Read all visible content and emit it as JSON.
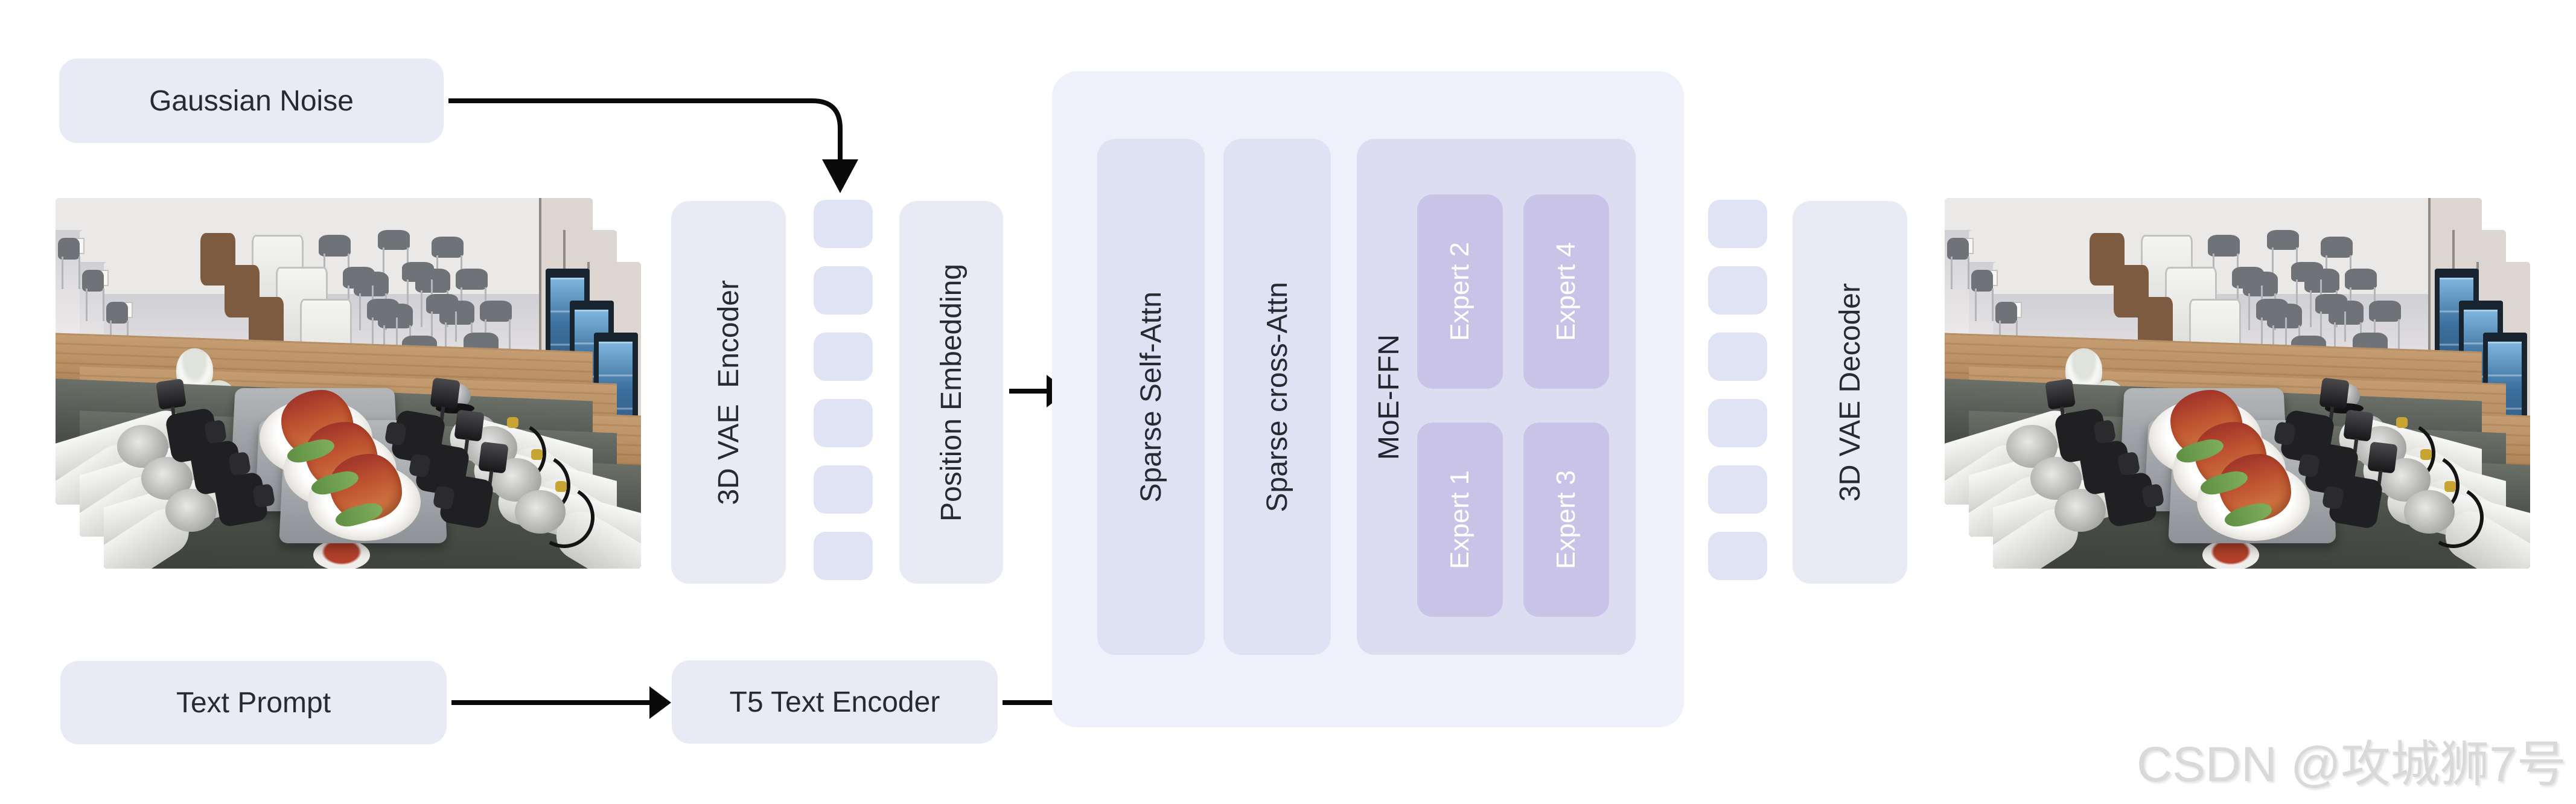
{
  "diagram": {
    "inputs": {
      "gaussian_noise_label": "Gaussian Noise",
      "text_prompt_label": "Text Prompt"
    },
    "blocks": {
      "vae_encoder_label": "3D VAE  Encoder",
      "position_embedding_label": "Position Embedding",
      "t5_label": "T5 Text Encoder",
      "self_attn_label": "Sparse Self-Attn",
      "cross_attn_label": "Sparse cross-Attn",
      "moe_label": "MoE-FFN",
      "vae_decoder_label": "3D VAE Decoder"
    },
    "experts_grid": [
      "Expert 2",
      "Expert 4",
      "Expert 1",
      "Expert 3"
    ],
    "tokens": {
      "left_count": 6,
      "right_count": 6
    },
    "watermark": "CSDN @攻城狮7号",
    "colors": {
      "background": "#ffffff",
      "box_fill": "#e8eaf6",
      "token_fill": "#dfe3f4",
      "container_fill": "#eef1fb",
      "column_fill": "#dee2f3",
      "moe_fill": "#dcddf0",
      "expert_fill": "#c9c4e7",
      "arrow": "#0a0a0a",
      "label_text": "#262b33",
      "expert_text": "#ffffff",
      "watermark_text": "#d9d9d9"
    }
  }
}
